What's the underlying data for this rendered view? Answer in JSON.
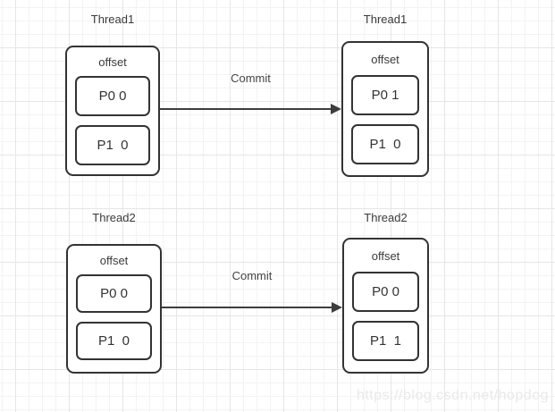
{
  "diagram": {
    "watermark": "https://blog.csdn.net/hopdog",
    "colors": {
      "stroke": "#333333",
      "text": "#3a3a3a",
      "arrow": "#3d3d3d",
      "canvas": "#ffffff",
      "grid_minor": "#f3f3f3",
      "grid_major": "#e6e6e6",
      "watermark": "#e9e9e9"
    },
    "rows": [
      {
        "arrow_label": "Commit",
        "source": {
          "title": "Thread1",
          "header": "offset",
          "cells": [
            {
              "label": "P0 0"
            },
            {
              "label": "P1  0"
            }
          ]
        },
        "target": {
          "title": "Thread1",
          "header": "offset",
          "cells": [
            {
              "label": "P0 1"
            },
            {
              "label": "P1  0"
            }
          ]
        }
      },
      {
        "arrow_label": "Commit",
        "source": {
          "title": "Thread2",
          "header": "offset",
          "cells": [
            {
              "label": "P0 0"
            },
            {
              "label": "P1  0"
            }
          ]
        },
        "target": {
          "title": "Thread2",
          "header": "offset",
          "cells": [
            {
              "label": "P0 0"
            },
            {
              "label": "P1  1"
            }
          ]
        }
      }
    ]
  }
}
